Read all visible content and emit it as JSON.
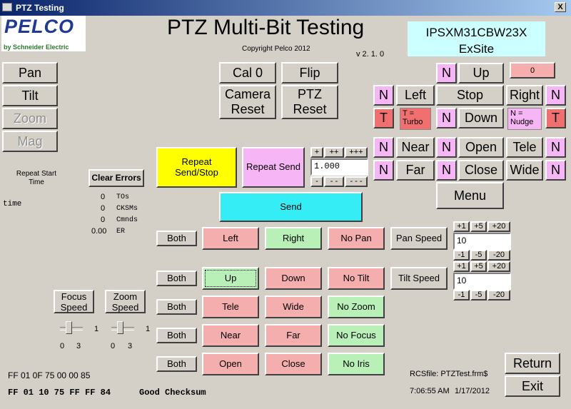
{
  "window": {
    "title": "PTZ Testing",
    "close_glyph": "X"
  },
  "header": {
    "brand": "PELCO",
    "by_line": "by Schneider Electric",
    "title": "PTZ Multi-Bit Testing",
    "copyright": "Copyright Pelco 2012",
    "version": "v 2. 1. 0",
    "device_model": "IPSXM31CBW23X",
    "device_name": "ExSite"
  },
  "left_panel": {
    "pan": "Pan",
    "tilt": "Tilt",
    "zoom": "Zoom",
    "mag": "Mag"
  },
  "top_buttons": {
    "cal0": "Cal 0",
    "flip": "Flip",
    "camera_reset": "Camera Reset",
    "ptz_reset": "PTZ Reset"
  },
  "direction_pad": {
    "n": "N",
    "t": "T",
    "up": "Up",
    "left": "Left",
    "stop": "Stop",
    "right": "Right",
    "down": "Down",
    "near": "Near",
    "open": "Open",
    "tele": "Tele",
    "far": "Far",
    "close": "Close",
    "wide": "Wide",
    "menu": "Menu",
    "t_turbo": "T = Turbo",
    "n_nudge": "N = Nudge",
    "counter": "0"
  },
  "repeat": {
    "send_stop": "Repeat Send/Stop",
    "send": "Repeat Send",
    "plus": [
      "+",
      "++",
      "+++"
    ],
    "minus": [
      "-",
      "- -",
      "- - -"
    ],
    "interval": "1.000",
    "start_time_label": "Repeat Start Time",
    "time_label": "time",
    "clear_errors": "Clear Errors"
  },
  "stats": [
    {
      "value": "0",
      "label": "TOs"
    },
    {
      "value": "0",
      "label": "CKSMs"
    },
    {
      "value": "0",
      "label": "Cmnds"
    },
    {
      "value": "0.00",
      "label": "ER"
    }
  ],
  "send_button": "Send",
  "axes": [
    {
      "both": "Both",
      "a": "Left",
      "b": "Right",
      "c": "No Pan"
    },
    {
      "both": "Both",
      "a": "Up",
      "b": "Down",
      "c": "No Tilt"
    },
    {
      "both": "Both",
      "a": "Tele",
      "b": "Wide",
      "c": "No Zoom"
    },
    {
      "both": "Both",
      "a": "Near",
      "b": "Far",
      "c": "No Focus"
    },
    {
      "both": "Both",
      "a": "Open",
      "b": "Close",
      "c": "No Iris"
    }
  ],
  "speeds": {
    "pan_label": "Pan Speed",
    "tilt_label": "Tilt Speed",
    "inc": [
      "+1",
      "+5",
      "+20"
    ],
    "dec": [
      "-1",
      "-5",
      "-20"
    ],
    "pan_value": "10",
    "tilt_value": "10"
  },
  "focus_zoom": {
    "focus_speed": "Focus Speed",
    "zoom_speed": "Zoom Speed",
    "focus_min": "0",
    "focus_max": "3",
    "focus_label": "1",
    "zoom_min": "0",
    "zoom_max": "3",
    "zoom_label": "1",
    "focus_level": 0.33,
    "zoom_level": 0.33
  },
  "footer": {
    "cmd_sent": "FF 01 0F 75 00 00 85",
    "cmd_recv": "FF 01 10 75 FF FF 84",
    "checksum": "Good Checksum",
    "rcs": "RCSfile: PTZTest.frm$",
    "time": "7:06:55 AM",
    "date": "1/17/2012",
    "return": "Return",
    "exit": "Exit"
  },
  "colors": {
    "pink": "#f4aeae",
    "green": "#b8f0b8",
    "magenta": "#f6b6f6",
    "cyan": "#35edf4",
    "yellow": "#ffff00",
    "turbo_red": "#f07070",
    "title_blue": "#0a246a"
  }
}
